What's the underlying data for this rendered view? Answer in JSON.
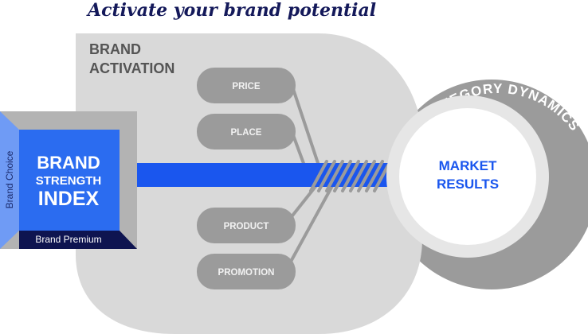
{
  "title": "Activate your brand potential",
  "brand_activation": {
    "line1": "BRAND",
    "line2": "ACTIVATION"
  },
  "levers": [
    {
      "label": "PRICE"
    },
    {
      "label": "PLACE"
    },
    {
      "label": "PRODUCT"
    },
    {
      "label": "PROMOTION"
    }
  ],
  "bsi": {
    "line1": "BRAND",
    "line2": "STRENGTH",
    "line3": "INDEX",
    "side_label": "Brand Choice",
    "bottom_label": "Brand Premium"
  },
  "market_results": {
    "line1": "MARKET",
    "line2": "RESULTS"
  },
  "category_dynamics": "CATEGORY DYNAMICS",
  "colors": {
    "accent_blue": "#1a56ee",
    "navy": "#0e1450",
    "light_blue": "#6f9bf5",
    "gray_light": "#d9d9d9",
    "gray_mid": "#9b9b9b",
    "gray_ring": "#e6e6e6"
  }
}
